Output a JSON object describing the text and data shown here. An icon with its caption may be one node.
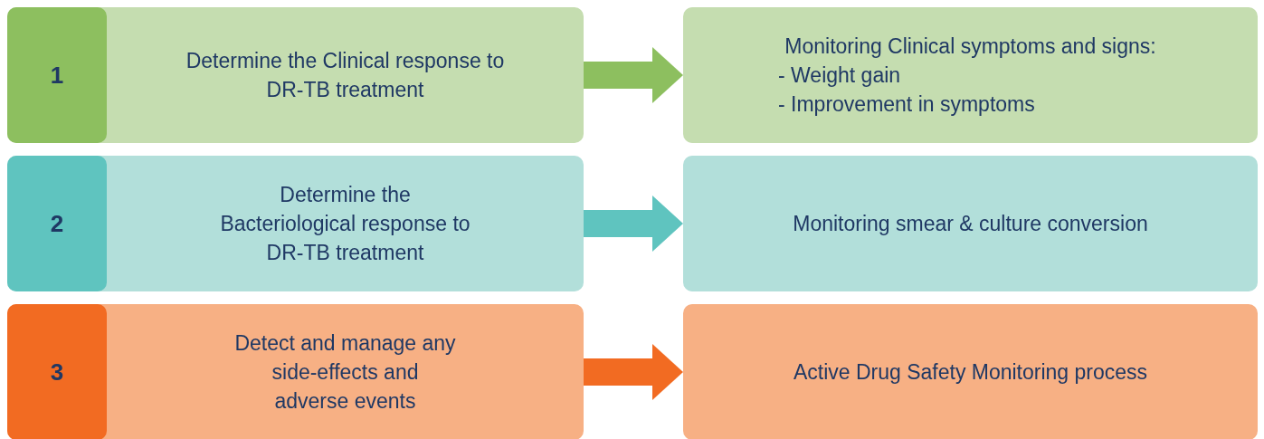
{
  "diagram": {
    "nodes": [
      {
        "text": [
          "Determine the Clinical response to DR-TB treatment"
        ]
      },
      {
        "text": [
          "1"
        ],
        "in": 0
      },
      {
        "text": [
          "Monitoring Clinical symptoms and signs:",
          "- Weight gain",
          "- Improvement in symptoms"
        ]
      },
      {
        "text": [
          "Determine the Bacteriological response to DR-TB treatment"
        ]
      },
      {
        "text": [
          "2"
        ],
        "in": 3
      },
      {
        "text": [
          "Monitoring smear & culture conversion"
        ]
      },
      {
        "text": [
          "Detect and manage any side-effects and adverse events"
        ]
      },
      {
        "text": [
          "3"
        ],
        "in": 6
      },
      {
        "text": [
          "Active Drug Safety Monitoring process"
        ]
      }
    ],
    "edges": [
      {
        "from": 0,
        "to": 2,
        "arrow": "to",
        "color": "#8dbf5f"
      },
      {
        "from": 3,
        "to": 5,
        "arrow": "to",
        "color": "#5fc4bf"
      },
      {
        "from": 6,
        "to": 8,
        "arrow": "to",
        "color": "#f26b22"
      }
    ]
  }
}
